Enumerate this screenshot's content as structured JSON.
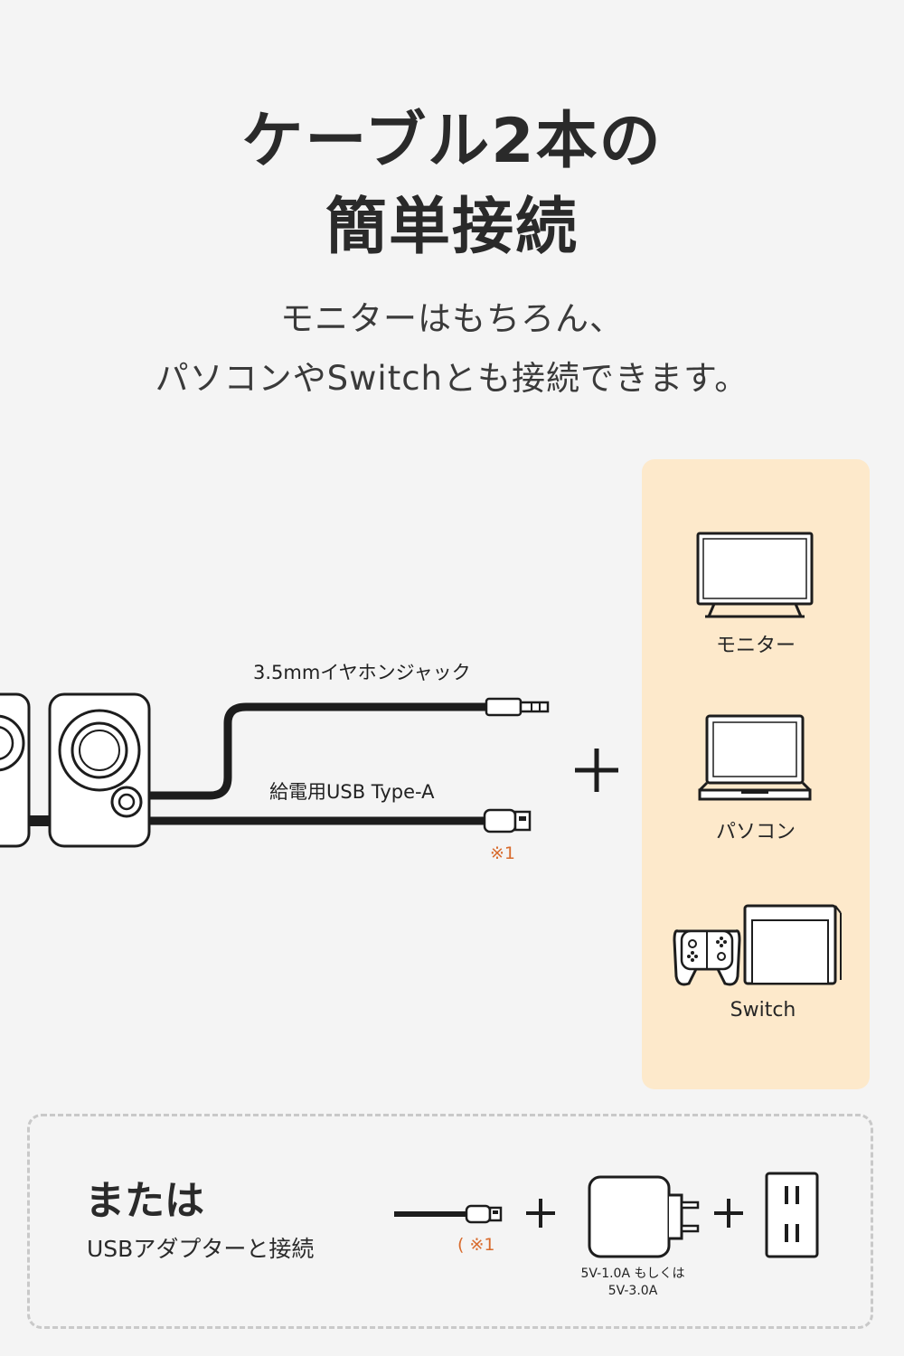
{
  "header": {
    "title_line1": "ケーブル2本の",
    "title_line2": "簡単接続",
    "subtitle_line1": "モニターはもちろん、",
    "subtitle_line2": "パソコンやSwitchとも接続できます。"
  },
  "cables": {
    "audio_label": "3.5mmイヤホンジャック",
    "usb_label": "給電用USB Type-A",
    "usb_note": "※1"
  },
  "plus_sign": "+",
  "devices": [
    {
      "label": "モニター",
      "icon": "monitor-icon"
    },
    {
      "label": "パソコン",
      "icon": "laptop-icon"
    },
    {
      "label": "Switch",
      "icon": "game-console-icon"
    }
  ],
  "alternative": {
    "title": "または",
    "subtitle": "USBアダプターと接続",
    "cable_note": "( ※1",
    "adapter_spec_line1": "5V-1.0A もしくは",
    "adapter_spec_line2": "5V-3.0A",
    "icons": [
      "usb-cable-icon",
      "usb-adapter-icon",
      "wall-outlet-icon"
    ]
  },
  "colors": {
    "background": "#f4f4f4",
    "panel": "#fde9cb",
    "accent_note": "#d86b2d",
    "text": "#2a2a2a"
  }
}
